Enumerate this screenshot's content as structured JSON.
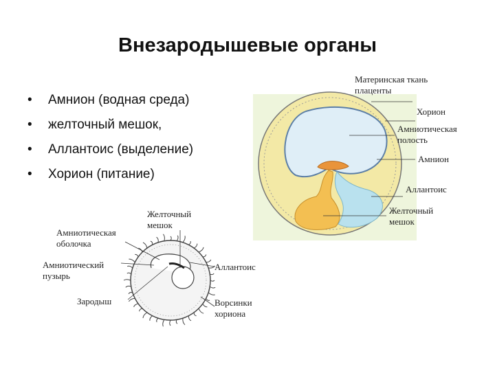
{
  "title": "Внезародышевые органы",
  "bullets": [
    "Амнион (водная среда)",
    "желточный мешок,",
    "Аллантоис (выделение)",
    "Хорион (питание)"
  ],
  "bullet_marker": "•",
  "right_diagram": {
    "maternal_tissue": [
      "Материнская ткань",
      "плаценты"
    ],
    "chorion": "Хорион",
    "amniotic_cavity": [
      "Амниотическая",
      "полость"
    ],
    "amnion": "Амнион",
    "allantois": "Аллантоис",
    "yolk_sac": [
      "Желточный",
      "мешок"
    ],
    "colors": {
      "background": "#eef5dc",
      "outer_ring": "#f3e9a6",
      "amniotic_cavity": "#dfeef7",
      "embryo": "#e9943a",
      "yolk_sac": "#f3bf52",
      "allantois": "#b9e1ee"
    }
  },
  "left_diagram": {
    "yolk_sac": [
      "Желточный",
      "мешок"
    ],
    "amniotic_membrane": [
      "Амниотическая",
      "оболочка"
    ],
    "amniotic_bubble": [
      "Амниотический",
      "пузырь"
    ],
    "allantois": "Аллантоис",
    "embryo": "Зародыш",
    "chorion_villi": [
      "Ворсинки",
      "хориона"
    ]
  }
}
